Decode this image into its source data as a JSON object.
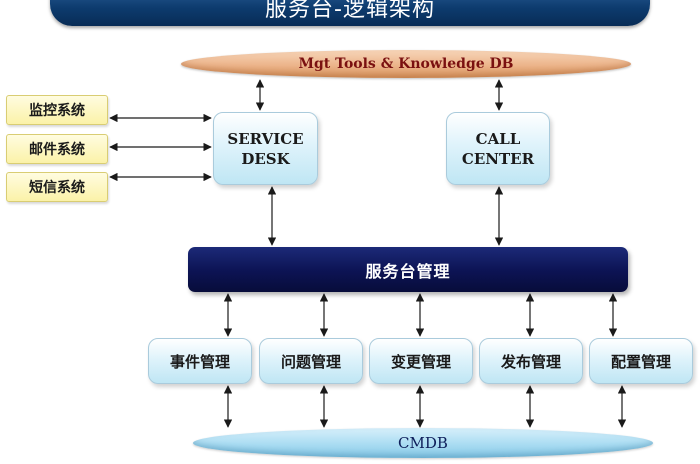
{
  "header": {
    "title": "服务台-逻辑架构"
  },
  "diagram": {
    "mgt_db": "Mgt Tools & Knowledge DB",
    "service_desk": "SERVICE\nDESK",
    "call_center": "CALL\nCENTER",
    "external_systems": [
      "监控系统",
      "邮件系统",
      "短信系统"
    ],
    "service_desk_mgmt": "服务台管理",
    "modules": [
      "事件管理",
      "问题管理",
      "变更管理",
      "发布管理",
      "配置管理"
    ],
    "cmdb": "CMDB"
  }
}
